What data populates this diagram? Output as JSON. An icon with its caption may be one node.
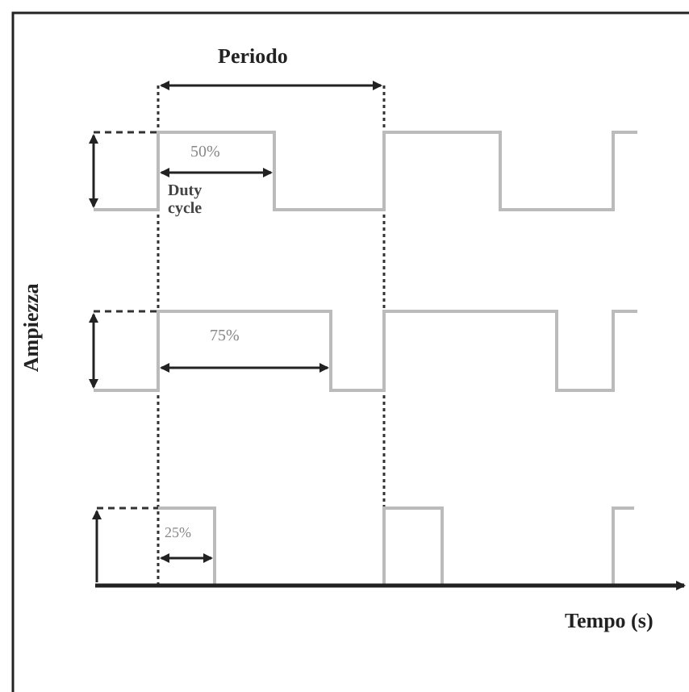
{
  "diagram": {
    "labels": [
      "Periodo",
      "50%",
      "Duty cycle",
      "Ampiezza",
      "75%",
      "25%",
      "Tempo (s)"
    ]
  }
}
